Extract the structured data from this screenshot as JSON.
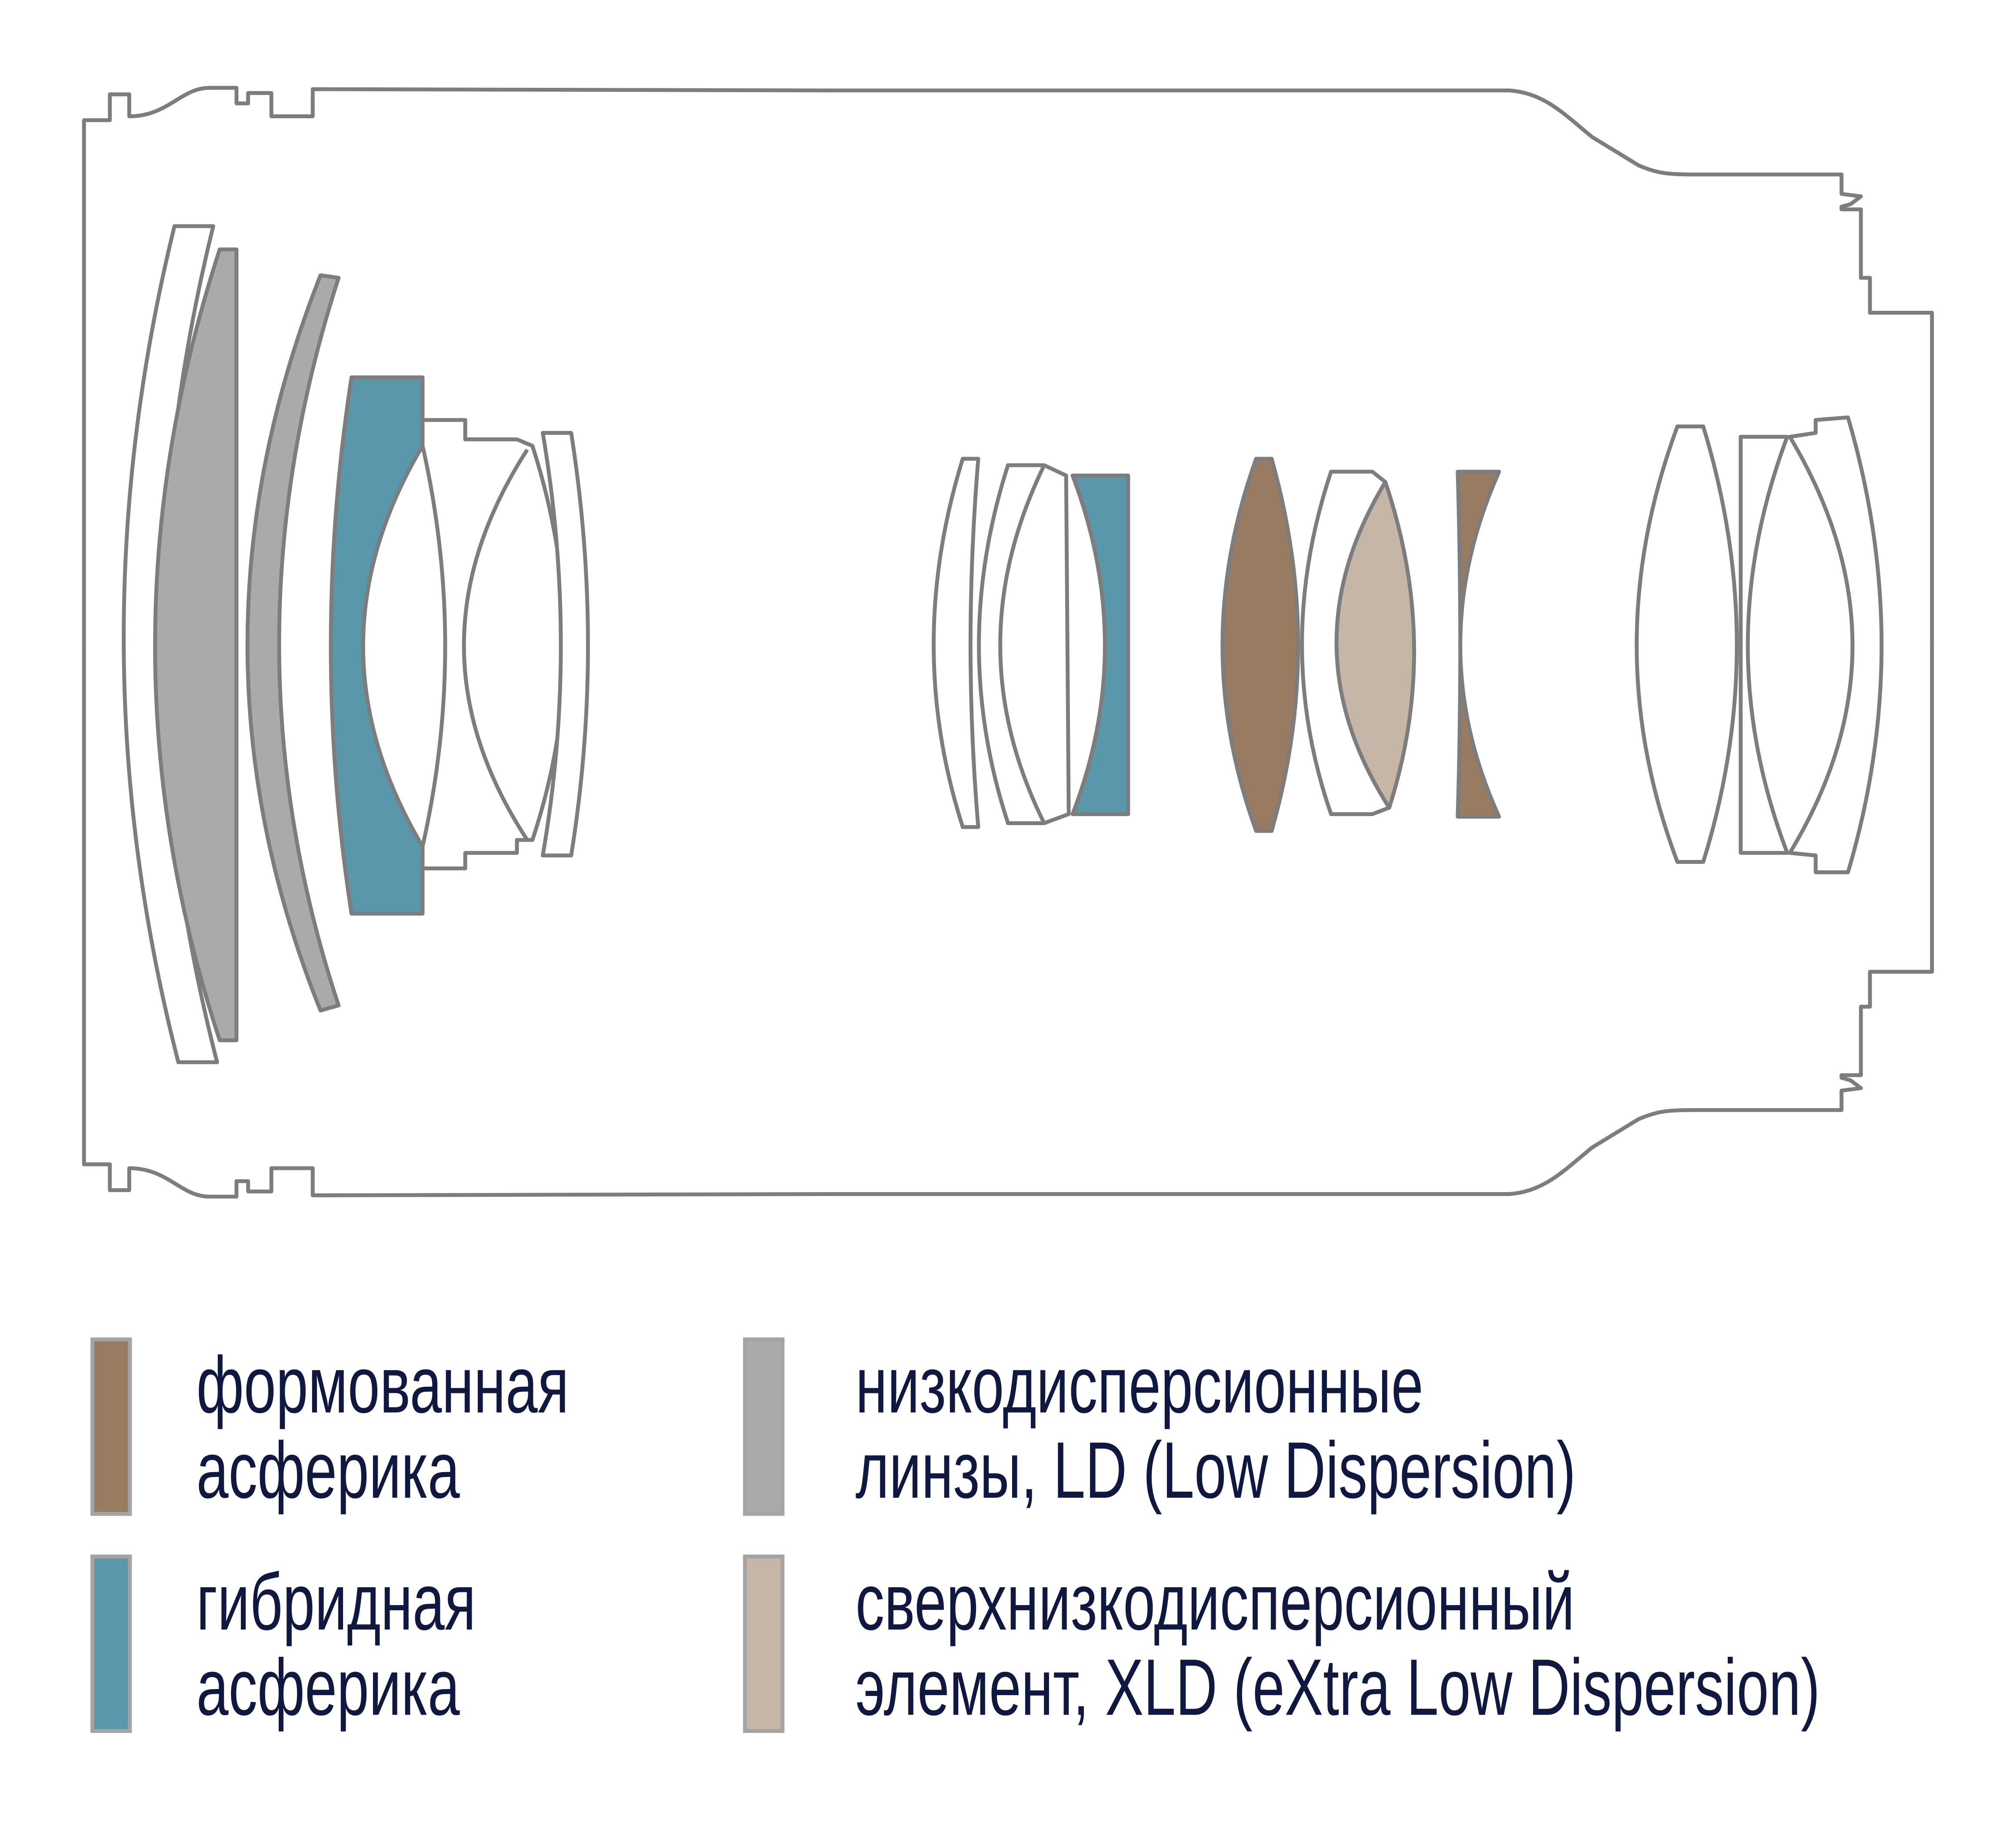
{
  "colors": {
    "molded_aspherical": "#987b60",
    "hybrid_aspherical": "#5a97ab",
    "ld": "#a9abaa",
    "xld": "#c6b6a7",
    "outline": "#7d7d7d",
    "text": "#0e1840"
  },
  "legend": [
    {
      "line1": "формованная",
      "line2": "асферика"
    },
    {
      "line1": "низкодисперсионные",
      "line2": "линзы, LD (Low Dispersion)"
    },
    {
      "line1": "гибридная",
      "line2": "асферика"
    },
    {
      "line1": "сверхнизкодисперсионный",
      "line2": "элемент, XLD (eXtra Low Dispersion)"
    }
  ]
}
